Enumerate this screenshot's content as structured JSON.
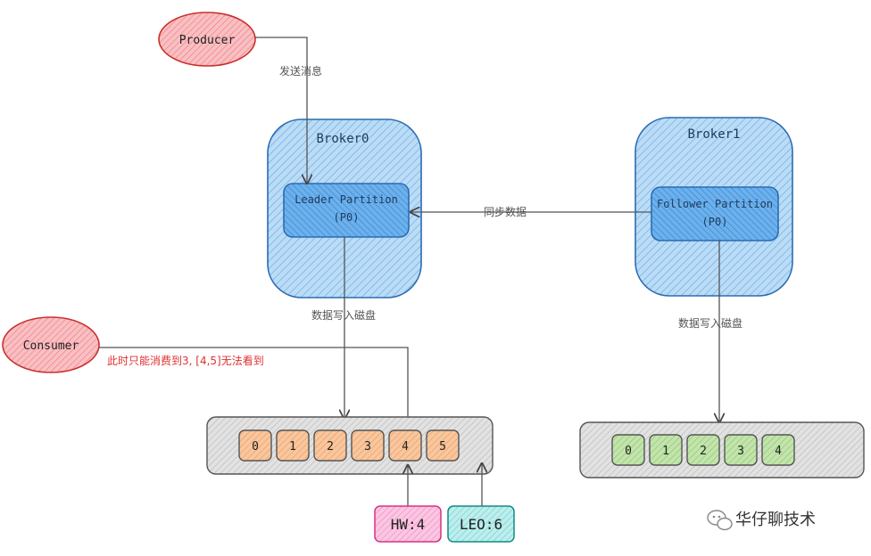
{
  "producer": {
    "label": "Producer",
    "color": "#f6a3a8",
    "stroke": "#c9302c"
  },
  "consumer": {
    "label": "Consumer",
    "color": "#f6a3a8",
    "stroke": "#c9302c"
  },
  "edges": {
    "send": "发送消息",
    "sync": "同步数据",
    "write_leader": "数据写入磁盘",
    "write_follower": "数据写入磁盘",
    "consumer_note": "此时只能消费到3, [4,5]无法看到"
  },
  "broker0": {
    "label": "Broker0",
    "partition_line1": "Leader Partition",
    "partition_line2": "(P0)"
  },
  "broker1": {
    "label": "Broker1",
    "partition_line1": "Follower Partition",
    "partition_line2": "(P0)"
  },
  "leader_log": {
    "cells": [
      "0",
      "1",
      "2",
      "3",
      "4",
      "5"
    ],
    "cell_color": "#f4b183"
  },
  "follower_log": {
    "cells": [
      "0",
      "1",
      "2",
      "3",
      "4"
    ],
    "cell_color": "#a9d18e"
  },
  "hw": {
    "label": "HW:4",
    "color": "#f7a9d0"
  },
  "leo": {
    "label": "LEO:6",
    "color": "#9ee2e0"
  },
  "watermark": {
    "label": "华仔聊技术",
    "icon": "wechat-icon"
  },
  "colors": {
    "broker_fill": "#9ec9f0",
    "broker_stroke": "#2b6cb0",
    "partition_fill": "#5ba3e6",
    "log_fill": "#cfcfcf",
    "arrow": "#555555",
    "note_red": "#e03131"
  }
}
